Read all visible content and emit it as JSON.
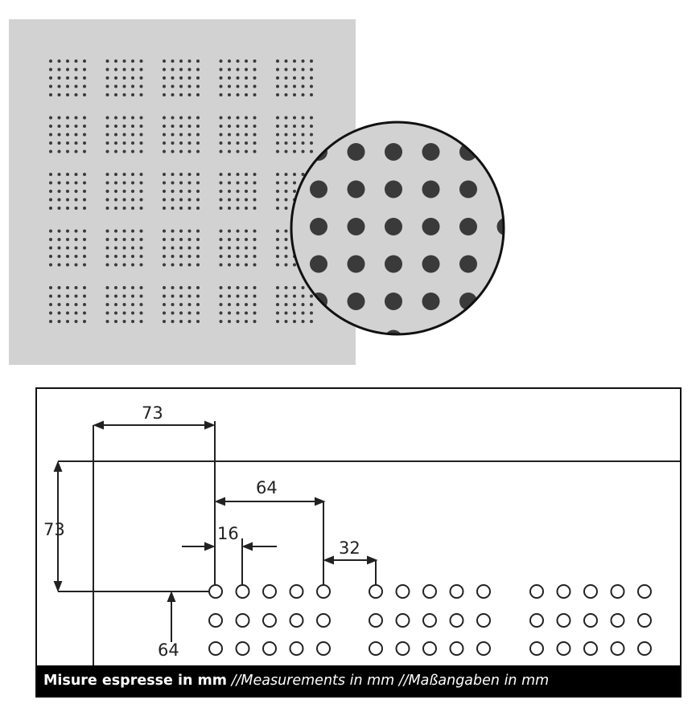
{
  "panel": {
    "panel_color": "#d2d2d2",
    "hole_color": "#3a3a3a",
    "blocks_per_row": 5,
    "blocks_per_col": 5,
    "holes_per_block_side": 5
  },
  "magnifier": {
    "icon": "magnifier-circle",
    "border_color": "#111111",
    "background_color": "#d2d2d2"
  },
  "drawing": {
    "labels": {
      "pitch_horizontal": "73",
      "pitch_vertical": "73",
      "block_gap": "64",
      "edge_offset": "16",
      "hole_spacing": "32",
      "bottom_offset": "64"
    }
  },
  "caption": {
    "bold": "Misure espresse in mm",
    "italic": " //Measurements in mm //Maßangaben in mm"
  }
}
